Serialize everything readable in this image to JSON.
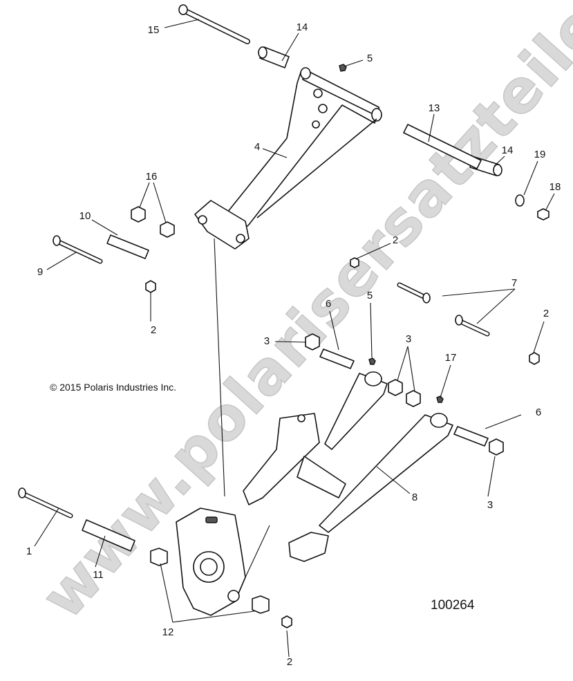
{
  "watermark": "www.polarisersatzteile.de",
  "copyright": "© 2015 Polaris Industries Inc.",
  "figure_number": "100264",
  "callouts": [
    {
      "id": "c15",
      "label": "15"
    },
    {
      "id": "c14a",
      "label": "14"
    },
    {
      "id": "c5a",
      "label": "5"
    },
    {
      "id": "c13",
      "label": "13"
    },
    {
      "id": "c14b",
      "label": "14"
    },
    {
      "id": "c19",
      "label": "19"
    },
    {
      "id": "c18",
      "label": "18"
    },
    {
      "id": "c4",
      "label": "4"
    },
    {
      "id": "c16",
      "label": "16"
    },
    {
      "id": "c10",
      "label": "10"
    },
    {
      "id": "c9",
      "label": "9"
    },
    {
      "id": "c2a",
      "label": "2"
    },
    {
      "id": "c2b",
      "label": "2"
    },
    {
      "id": "c7",
      "label": "7"
    },
    {
      "id": "c2c",
      "label": "2"
    },
    {
      "id": "c6a",
      "label": "6"
    },
    {
      "id": "c5b",
      "label": "5"
    },
    {
      "id": "c3a",
      "label": "3"
    },
    {
      "id": "c3b",
      "label": "3"
    },
    {
      "id": "c17",
      "label": "17"
    },
    {
      "id": "c6b",
      "label": "6"
    },
    {
      "id": "c3c",
      "label": "3"
    },
    {
      "id": "c8",
      "label": "8"
    },
    {
      "id": "c1",
      "label": "1"
    },
    {
      "id": "c11",
      "label": "11"
    },
    {
      "id": "c12",
      "label": "12"
    },
    {
      "id": "c2d",
      "label": "2"
    }
  ]
}
